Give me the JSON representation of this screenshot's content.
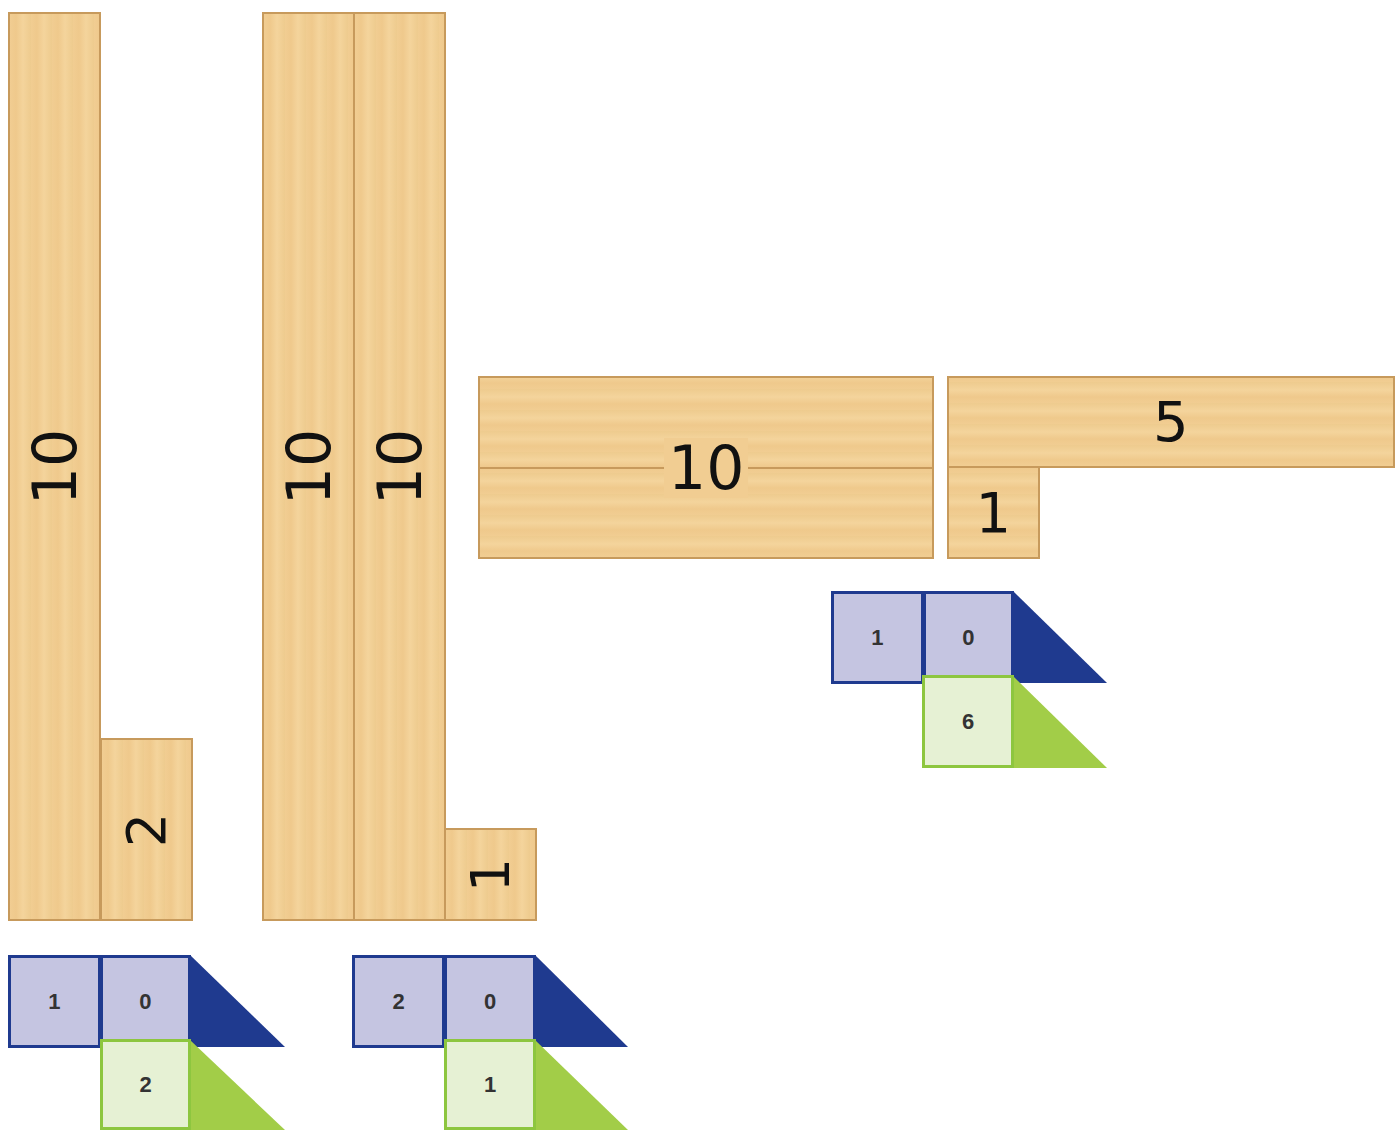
{
  "diagram": {
    "nodes": [
      {
        "text": [
          "10"
        ]
      },
      {
        "text": [
          "2"
        ]
      },
      {
        "text": [
          "1",
          "0"
        ]
      },
      {
        "text": [
          "2"
        ]
      },
      {
        "text": [
          "10"
        ]
      },
      {
        "text": [
          "10"
        ]
      },
      {
        "text": [
          "1"
        ]
      },
      {
        "text": [
          "2",
          "0"
        ]
      },
      {
        "text": [
          "1"
        ]
      },
      {
        "text": [
          "10"
        ]
      },
      {
        "text": [
          "5"
        ]
      },
      {
        "text": [
          "1"
        ]
      },
      {
        "text": [
          "1",
          "0"
        ]
      },
      {
        "text": [
          "6"
        ]
      }
    ]
  }
}
